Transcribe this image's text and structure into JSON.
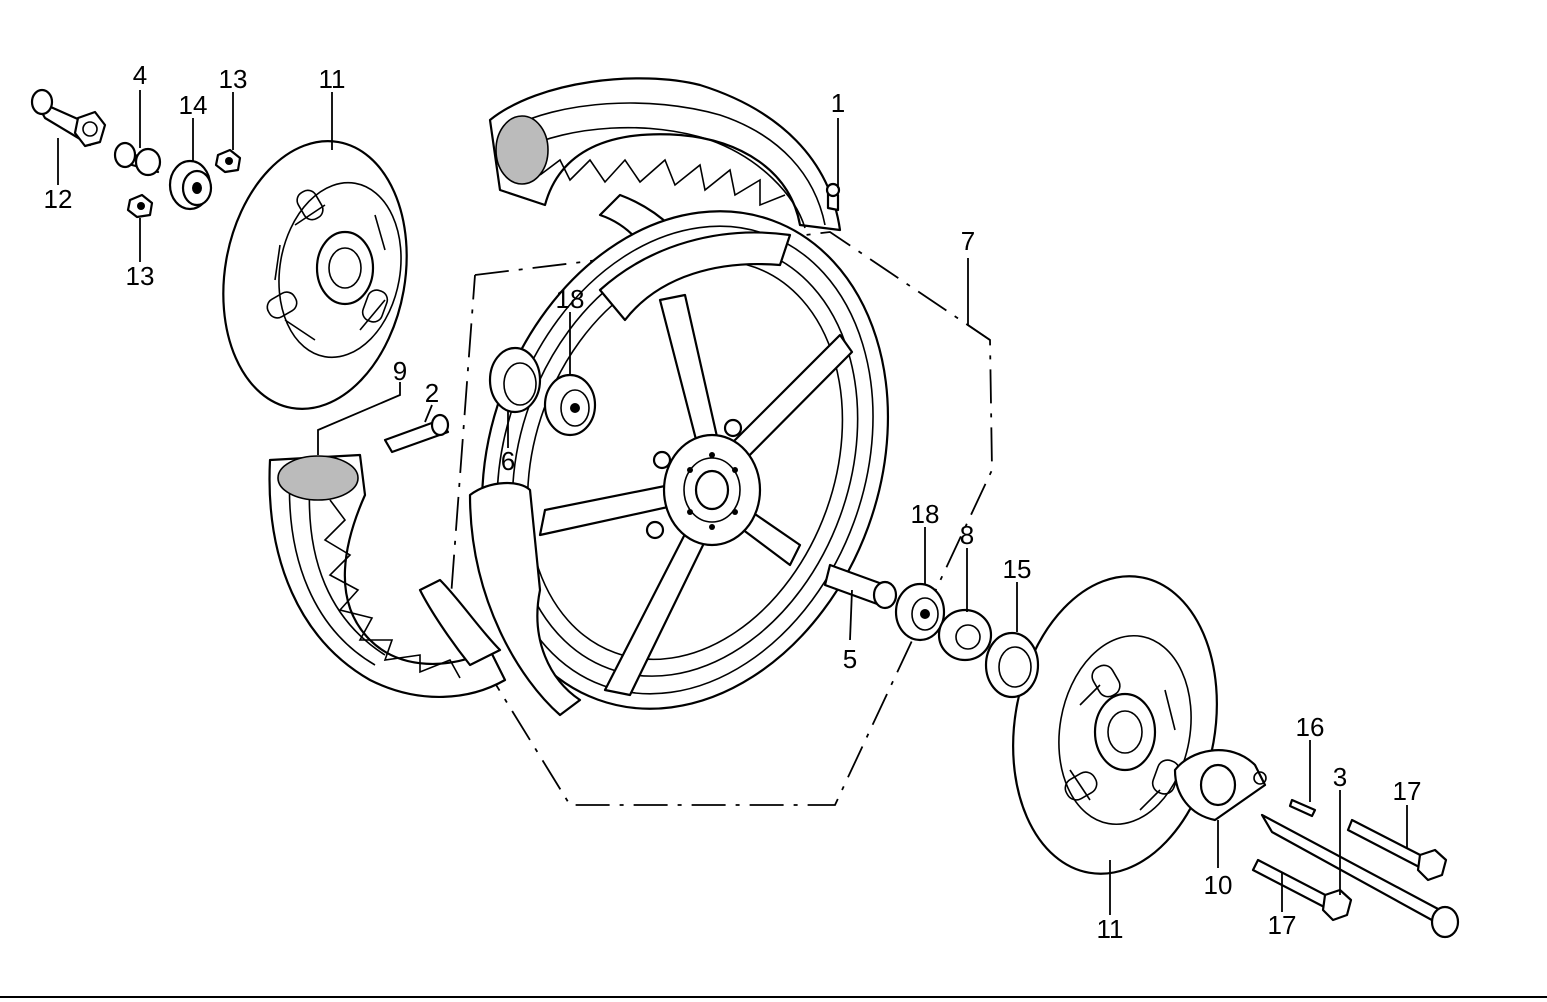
{
  "callouts": [
    {
      "id": "c1",
      "text": "1"
    },
    {
      "id": "c2",
      "text": "2"
    },
    {
      "id": "c3",
      "text": "3"
    },
    {
      "id": "c4",
      "text": "4"
    },
    {
      "id": "c5",
      "text": "5"
    },
    {
      "id": "c6",
      "text": "6"
    },
    {
      "id": "c7",
      "text": "7"
    },
    {
      "id": "c8",
      "text": "8"
    },
    {
      "id": "c9",
      "text": "9"
    },
    {
      "id": "c10",
      "text": "10"
    },
    {
      "id": "c11a",
      "text": "11"
    },
    {
      "id": "c11b",
      "text": "11"
    },
    {
      "id": "c12",
      "text": "12"
    },
    {
      "id": "c13a",
      "text": "13"
    },
    {
      "id": "c13b",
      "text": "13"
    },
    {
      "id": "c14",
      "text": "14"
    },
    {
      "id": "c15",
      "text": "15"
    },
    {
      "id": "c16",
      "text": "16"
    },
    {
      "id": "c17a",
      "text": "17"
    },
    {
      "id": "c17b",
      "text": "17"
    },
    {
      "id": "c18a",
      "text": "18"
    },
    {
      "id": "c18b",
      "text": "18"
    }
  ]
}
